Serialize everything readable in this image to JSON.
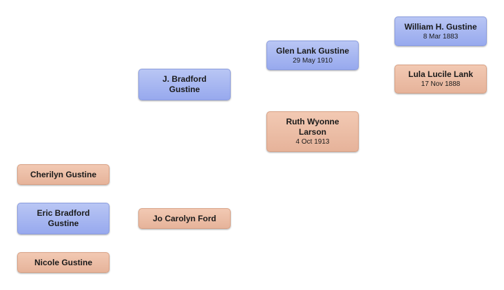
{
  "people": {
    "cherilyn": {
      "name": "Cherilyn  Gustine"
    },
    "eric": {
      "name": "Eric Bradford\nGustine"
    },
    "nicole": {
      "name": "Nicole  Gustine"
    },
    "bradford": {
      "name": "J. Bradford\nGustine"
    },
    "jo_carolyn": {
      "name": "Jo Carolyn  Ford"
    },
    "glen": {
      "name": "Glen Lank Gustine",
      "date": "29 May 1910"
    },
    "ruth": {
      "name": "Ruth Wyonne\nLarson",
      "date": "4 Oct 1913"
    },
    "william": {
      "name": "William H. Gustine",
      "date": "8 Mar 1883"
    },
    "lula": {
      "name": "Lula Lucile Lank",
      "date": "17 Nov 1888"
    }
  },
  "colors": {
    "male": "#a8b8f1",
    "female": "#ecbea6"
  }
}
